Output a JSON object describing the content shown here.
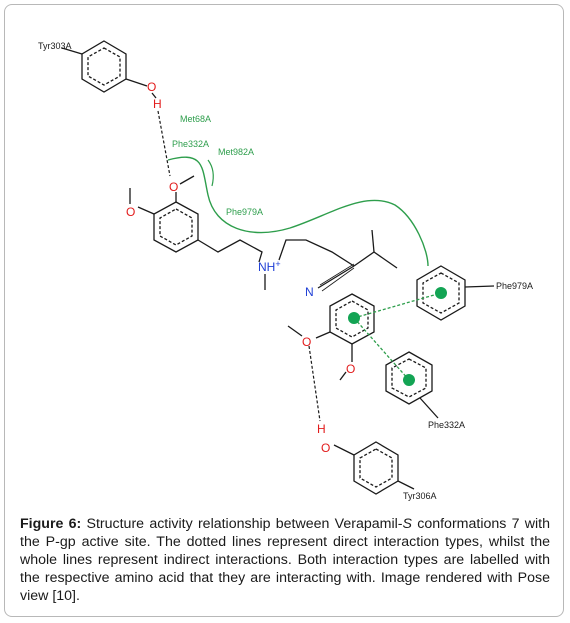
{
  "residues": {
    "tyr303": "Tyr303A",
    "met68": "Met68A",
    "phe332_top": "Phe332A",
    "met982": "Met982A",
    "phe979_mid": "Phe979A",
    "phe979_ring": "Phe979A",
    "phe332_ring": "Phe332A",
    "tyr306": "Tyr306A"
  },
  "atoms": {
    "o_tyr303": "O",
    "h_tyr303": "H",
    "o_methoxy_top": "O",
    "o_methoxy_left": "O",
    "n_amine": "NH",
    "n_charge": "+",
    "n_nitrile": "N",
    "o_methoxy_low1": "O",
    "o_methoxy_low2": "O",
    "h_tyr306": "H",
    "o_tyr306": "O"
  },
  "caption": {
    "label": "Figure 6:",
    "text_a": " Structure activity relationship between Verapamil-",
    "text_italic": "S",
    "text_b": " conformations 7 with the P-gp active site. The dotted lines represent direct interaction types, whilst the whole lines represent indirect interactions. Both interaction types are labelled with the respective amino acid that they are interacting with. Image rendered with Pose view [10]."
  },
  "colors": {
    "bond": "#1a1a1a",
    "hydrophobic": "#2e9e4c",
    "oxygen": "#e21b1b",
    "nitrogen": "#1f3fd6"
  }
}
